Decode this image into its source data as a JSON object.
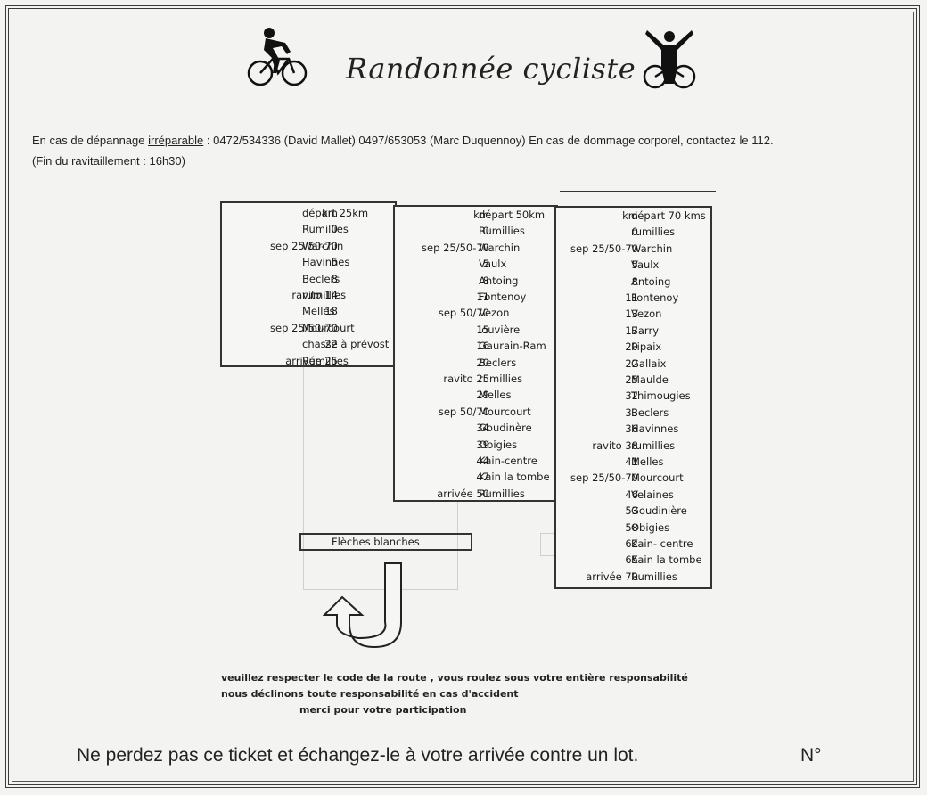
{
  "title": "Randonnée cycliste",
  "info": {
    "line1_prefix": "En cas de dépannage ",
    "line1_underlined": "irréparable",
    "line1_suffix": " : 0472/534336 (David Mallet)  0497/653053 (Marc Duquennoy)    En cas de dommage corporel, contactez le 112.",
    "line2": "(Fin du ravitaillement : 16h30)"
  },
  "routes": [
    {
      "rows": [
        {
          "km": "km",
          "place": "départ 25km"
        },
        {
          "km": "0",
          "place": "Rumillies"
        },
        {
          "km": "sep 25/50-70",
          "place": "Warchin"
        },
        {
          "km": "5",
          "place": "Havinnes"
        },
        {
          "km": "8",
          "place": "Beclers"
        },
        {
          "km": "ravito 14",
          "place": "rumillies"
        },
        {
          "km": "18",
          "place": "Melles"
        },
        {
          "km": "sep 25/50-70",
          "place": "Mourcourt"
        },
        {
          "km": "22",
          "place": "chasse à prévost"
        },
        {
          "km": "arrivée 25",
          "place": "Rumillies"
        }
      ]
    },
    {
      "rows": [
        {
          "km": "km",
          "place": "départ 50km"
        },
        {
          "km": "0",
          "place": "Rumillies"
        },
        {
          "km": "sep 25/50-70",
          "place": "Warchin"
        },
        {
          "km": "5",
          "place": "Vaulx"
        },
        {
          "km": "8",
          "place": "Antoing"
        },
        {
          "km": "11",
          "place": "Fontenoy"
        },
        {
          "km": "sep 50/70",
          "place": "Vezon"
        },
        {
          "km": "15",
          "place": "louvière"
        },
        {
          "km": "16",
          "place": "Gaurain-Ram"
        },
        {
          "km": "20",
          "place": "Beclers"
        },
        {
          "km": "ravito 25",
          "place": "rumillies"
        },
        {
          "km": "29",
          "place": "Melles"
        },
        {
          "km": "sep 50/70",
          "place": "Mourcourt"
        },
        {
          "km": "34",
          "place": "Goudinère"
        },
        {
          "km": "39",
          "place": "Obigies"
        },
        {
          "km": "44",
          "place": "Kain-centre"
        },
        {
          "km": "47",
          "place": "Kain la tombe"
        },
        {
          "km": "arrivée 50",
          "place": "Rumillies"
        }
      ]
    },
    {
      "rows": [
        {
          "km": "km",
          "place": "départ 70 kms"
        },
        {
          "km": "0",
          "place": "rumillies"
        },
        {
          "km": "sep 25/50-70",
          "place": "Warchin"
        },
        {
          "km": "5",
          "place": "Vaulx"
        },
        {
          "km": "8",
          "place": "Antoing"
        },
        {
          "km": "11",
          "place": "Fontenoy"
        },
        {
          "km": "13",
          "place": "Vezon"
        },
        {
          "km": "17",
          "place": "Barry"
        },
        {
          "km": "20",
          "place": "Pipaix"
        },
        {
          "km": "22",
          "place": "Gallaix"
        },
        {
          "km": "25",
          "place": "Maulde"
        },
        {
          "km": "32",
          "place": "Thimougies"
        },
        {
          "km": "33",
          "place": "Beclers"
        },
        {
          "km": "36",
          "place": "Havinnes"
        },
        {
          "km": "ravito 38",
          "place": "rumillies"
        },
        {
          "km": "41",
          "place": "Melles"
        },
        {
          "km": "sep 25/50-70",
          "place": "Mourcourt"
        },
        {
          "km": "46",
          "place": "Velaines"
        },
        {
          "km": "53",
          "place": "Goudinière"
        },
        {
          "km": "58",
          "place": "Obigies"
        },
        {
          "km": "62",
          "place": "Kain- centre"
        },
        {
          "km": "65",
          "place": "Kain la tombe"
        },
        {
          "km": "arrivée 70",
          "place": "Rumillies"
        }
      ]
    }
  ],
  "arrows_label": "Flèches blanches",
  "disclaimer": {
    "line1": "veuillez respecter le code de la route , vous roulez sous votre entière responsabilité",
    "line2": "nous déclinons toute responsabilité en cas d'accident",
    "line3": "merci pour votre participation"
  },
  "footer": {
    "text": "Ne perdez pas ce ticket et  échangez-le à votre arrivée contre un lot.",
    "number_label": "N°"
  },
  "icons": [
    "cyclist-riding-icon",
    "cyclist-victory-icon",
    "u-turn-arrow-icon"
  ]
}
